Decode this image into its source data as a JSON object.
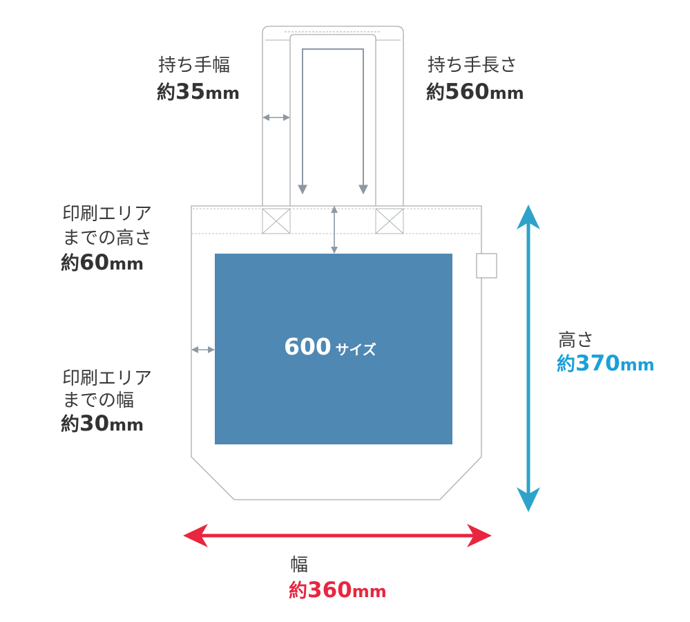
{
  "colors": {
    "outline": "#a8aeb2",
    "dimension_arrow": "#8d98a3",
    "print_area": "#4f88b3",
    "height_arrow": "#2ea3c9",
    "width_arrow": "#e8263f",
    "label_text": "#3a3a3a",
    "height_value": "#1aa0d9",
    "width_value": "#e8263f"
  },
  "print_area": {
    "size_number": "600",
    "size_suffix": "サイズ"
  },
  "handle_width": {
    "label": "持ち手幅",
    "prefix": "約",
    "value": "35",
    "unit": "mm"
  },
  "handle_length": {
    "label": "持ち手長さ",
    "prefix": "約",
    "value": "560",
    "unit": "mm"
  },
  "print_top": {
    "label_line1": "印刷エリア",
    "label_line2": "までの高さ",
    "prefix": "約",
    "value": "60",
    "unit": "mm"
  },
  "print_side": {
    "label_line1": "印刷エリア",
    "label_line2": "までの幅",
    "prefix": "約",
    "value": "30",
    "unit": "mm"
  },
  "bag_height": {
    "label": "高さ",
    "prefix": "約",
    "value": "370",
    "unit": "mm"
  },
  "bag_width": {
    "label": "幅",
    "prefix": "約",
    "value": "360",
    "unit": "mm"
  }
}
